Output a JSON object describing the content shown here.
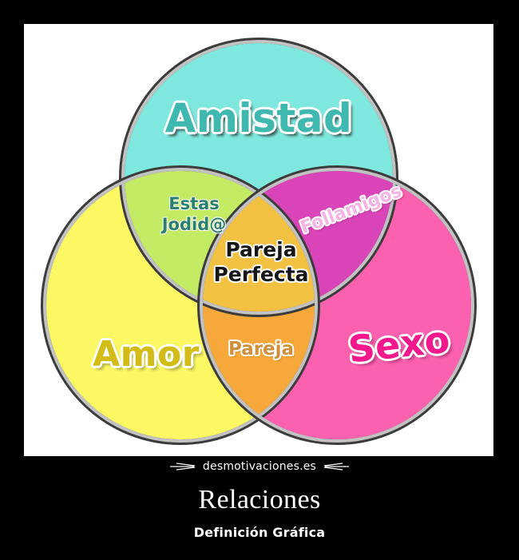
{
  "poster": {
    "title": "Relaciones",
    "subtitle": "Definición Gráfica",
    "watermark": "desmotivaciones.es",
    "background_color": "#000000",
    "frame_color": "#ffffff"
  },
  "diagram": {
    "type": "venn",
    "sets": [
      {
        "id": "amistad",
        "label": "Amistad",
        "fill_color": "#7ee8de",
        "text_color": "#3fb9b0",
        "outline_color": "#ffffff",
        "position": "top"
      },
      {
        "id": "amor",
        "label": "Amor",
        "fill_color": "#fcf864",
        "text_color": "#d3bc16",
        "outline_color": "#ffffff",
        "position": "bottom-left"
      },
      {
        "id": "sexo",
        "label": "Sexo",
        "fill_color": "#fb61ae",
        "text_color": "#f3188c",
        "outline_color": "#ffffff",
        "position": "bottom-right"
      }
    ],
    "intersections": [
      {
        "id": "amistad-amor",
        "label_line1": "Estas",
        "label_line2": "Jodid@",
        "fill_color": "#c3eb63",
        "text_color": "#2a7f6e"
      },
      {
        "id": "amistad-sexo",
        "label": "Follamigos",
        "fill_color": "#d945b8",
        "text_color": "#f5b4e6"
      },
      {
        "id": "amor-sexo",
        "label": "Pareja",
        "fill_color": "#f6a93a",
        "text_color": "#cf8f3c"
      },
      {
        "id": "amistad-amor-sexo",
        "label_line1": "Pareja",
        "label_line2": "Perfecta",
        "fill_color": "#f3c141",
        "text_color": "#161616"
      }
    ],
    "stroke": {
      "inner_color": "#a8a8a8",
      "outer_color": "#3c3c3c",
      "highlight_color": "#e9e9e9"
    }
  }
}
